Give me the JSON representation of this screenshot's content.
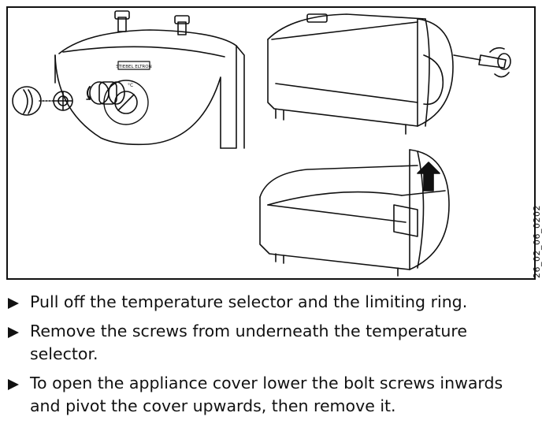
{
  "figure": {
    "code": "26_02_06_0202",
    "label_brand": "STIEBEL ELTRON",
    "label_unit": "°C"
  },
  "steps": [
    {
      "text": "Pull off the temperature selector and the limiting ring."
    },
    {
      "text": "Remove the screws from underneath the temperature selector."
    },
    {
      "text": "To open the appliance cover lower the bolt screws inwards and pivot the cover upwards, then remove it."
    }
  ]
}
